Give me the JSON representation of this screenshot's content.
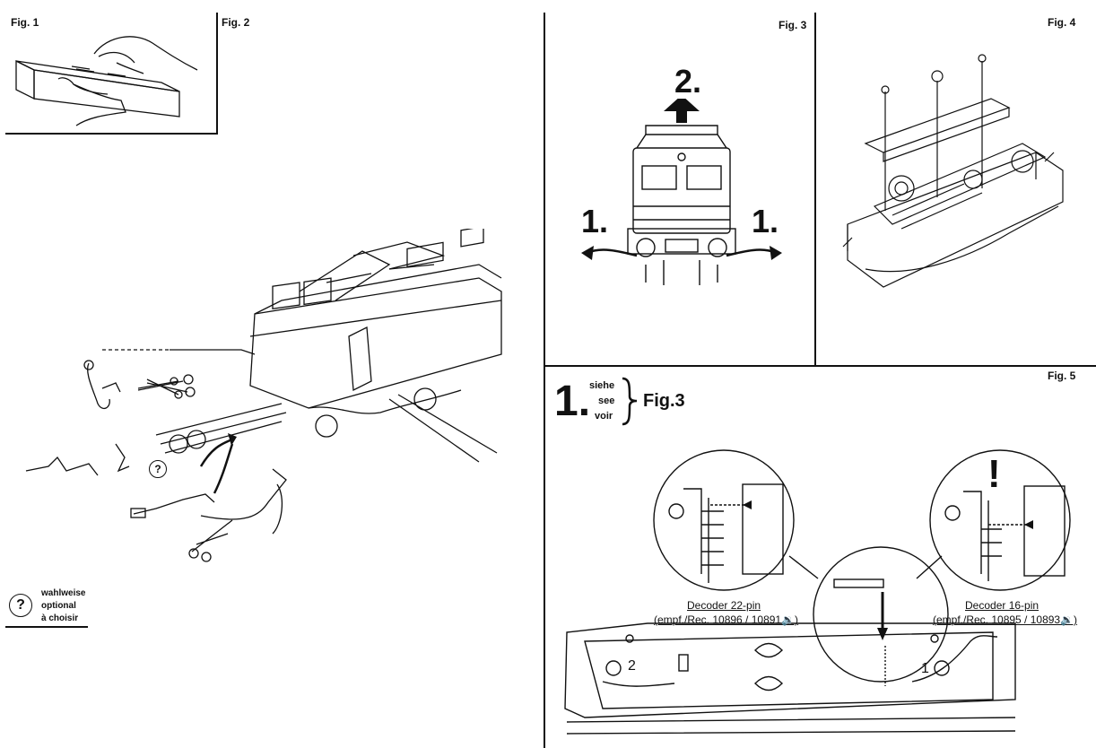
{
  "figures": {
    "fig1": "Fig. 1",
    "fig2": "Fig. 2",
    "fig3": "Fig. 3",
    "fig4": "Fig. 4",
    "fig5": "Fig. 5"
  },
  "fig3_steps": {
    "step1_left": "1.",
    "step1_right": "1.",
    "step2": "2."
  },
  "fig5": {
    "step": "1.",
    "ref_lines": [
      "siehe",
      "see",
      "voir"
    ],
    "ref_fig": "Fig.3",
    "decoder22": {
      "title": "Decoder 22-pin",
      "rec": "(empf./Rec. 10896 / 10891🔉)"
    },
    "decoder16": {
      "title": "Decoder 16-pin",
      "rec": "(empf./Rec. 10895 / 10893🔉)"
    },
    "warning": "!",
    "label_2": "2",
    "label_1": "1"
  },
  "legend": {
    "symbol": "?",
    "lines": [
      "wahlweise",
      "optional",
      "à choisir"
    ]
  },
  "fig2_symbol": "?"
}
